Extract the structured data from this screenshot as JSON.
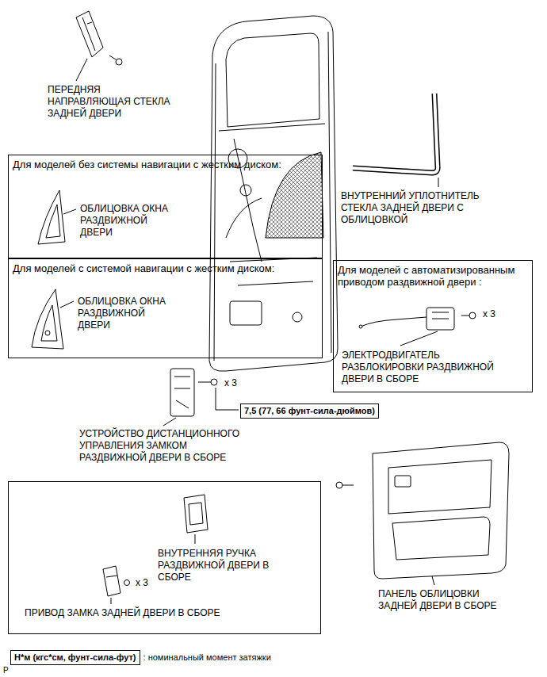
{
  "diagram": {
    "nodes": [
      {
        "text": [
          "Для моделей без системы навигации с жестким диском:",
          "ОБЛИЦОВКА ОКНА РАЗДВИЖНОЙ ДВЕРИ"
        ]
      },
      {
        "text": [
          "Для моделей с системой навигации с жестким диском:",
          "ОБЛИЦОВКА ОКНА РАЗДВИЖНОЙ ДВЕРИ"
        ]
      },
      {
        "text": [
          "Для моделей с автоматизированным приводом раздвижной двери :",
          "x 3",
          "ЭЛЕКТРОДВИГАТЕЛЬ РАЗБЛОКИРОВКИ РАЗДВИЖНОЙ ДВЕРИ В СБОРЕ"
        ]
      },
      {
        "text": [
          "7,5 (77, 66 фунт-сила-дюймов)"
        ]
      },
      {
        "text": [
          "ВНУТРЕННЯЯ РУЧКА РАЗДВИЖНОЙ ДВЕРИ В СБОРЕ",
          "x 3",
          "ПРИВОД ЗАМКА ЗАДНЕЙ ДВЕРИ В СБОРЕ"
        ]
      },
      {
        "text": [
          "Н*м (кгс*см, фунт-сила-фут)"
        ]
      }
    ],
    "labels": [
      "ПЕРЕДНЯЯ НАПРАВЛЯЮЩАЯ СТЕКЛА ЗАДНЕЙ ДВЕРИ",
      "ВНУТРЕННИЙ УПЛОТНИТЕЛЬ СТЕКЛА ЗАДНЕЙ ДВЕРИ С ОБЛИЦОВКОЙ",
      "x 3",
      "УСТРОЙСТВО ДИСТАНЦИОННОГО УПРАВЛЕНИЯ ЗАМКОМ РАЗДВИЖНОЙ ДВЕРИ В СБОРЕ",
      "ПАНЕЛЬ ОБЛИЦОВКИ ЗАДНЕЙ ДВЕРИ В СБОРЕ",
      ": номинальный момент затяжки",
      "P"
    ]
  }
}
